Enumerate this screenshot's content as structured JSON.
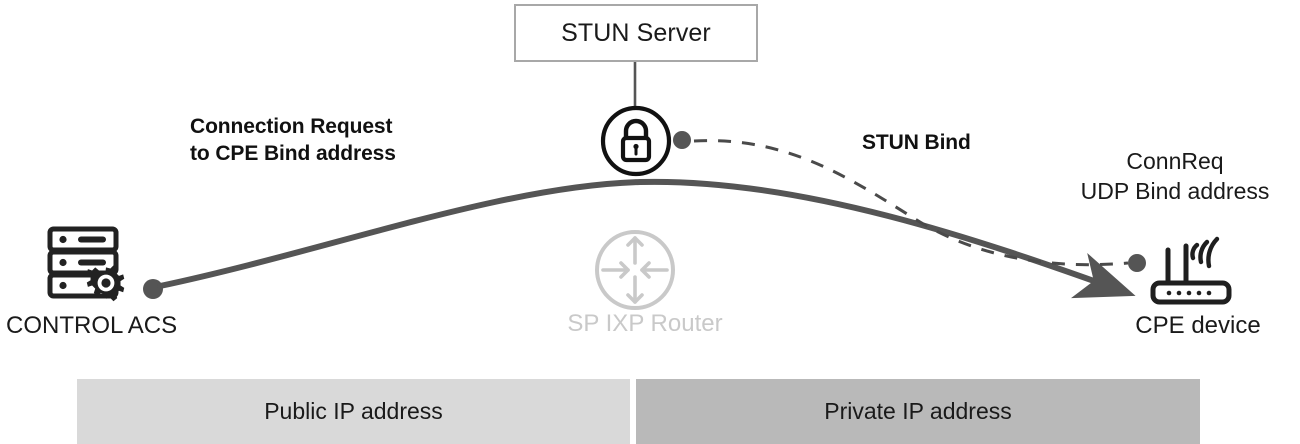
{
  "diagram": {
    "title_box": {
      "label": "STUN Server"
    },
    "labels": {
      "connection_request": "Connection Request\nto CPE Bind address",
      "connection_request_line1": "Connection Request",
      "connection_request_line2": "to CPE Bind address",
      "stun_bind": "STUN Bind",
      "connreq_udp_line1": "ConnReq",
      "connreq_udp_line2": "UDP Bind address"
    },
    "nodes": {
      "acs": {
        "label": "CONTROL ACS",
        "icon": "server-gear-icon"
      },
      "router": {
        "label": "SP IXP Router",
        "icon": "router-arrows-icon",
        "color": "#c9c9c9"
      },
      "cpe": {
        "label": "CPE device",
        "icon": "wifi-router-icon"
      },
      "stun": {
        "icon": "lock-circle-icon"
      }
    },
    "zones": [
      {
        "label": "Public IP address",
        "color": "#d9d9d9"
      },
      {
        "label": "Private IP address",
        "color": "#b9b9b9"
      }
    ],
    "colors": {
      "solid_flow": "#555555",
      "dashed_flow": "#4a4a4a",
      "icon_dark": "#1f1f1f",
      "box_border": "#a8a8a8",
      "router_gray": "#c9c9c9"
    },
    "flows": [
      {
        "name": "connection-request-flow",
        "style": "solid",
        "from": "CONTROL ACS",
        "to": "CPE device",
        "arrowhead": true
      },
      {
        "name": "stun-bind-flow",
        "style": "dashed",
        "from": "STUN Server",
        "to": "CPE device",
        "arrowhead": false
      }
    ]
  }
}
